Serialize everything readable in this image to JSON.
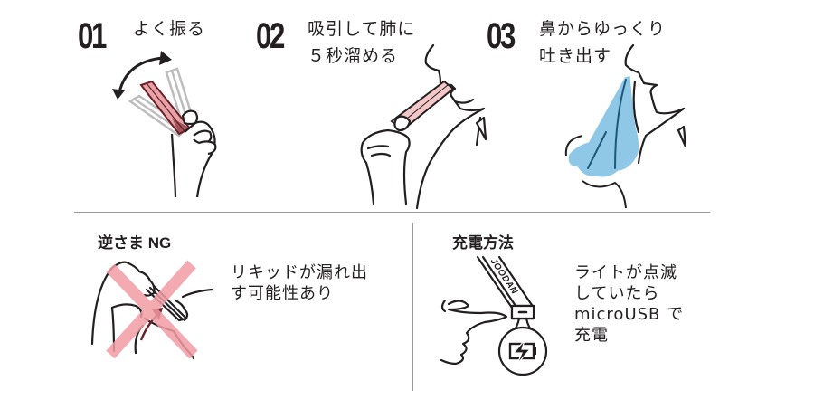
{
  "steps": [
    {
      "number": "01",
      "lines": [
        "よく振る"
      ],
      "illustration": "shake-device"
    },
    {
      "number": "02",
      "lines": [
        "吸引して肺に",
        "５秒溜める"
      ],
      "illustration": "inhale-device"
    },
    {
      "number": "03",
      "lines": [
        "鼻からゆっくり",
        "吐き出す"
      ],
      "illustration": "exhale-vapor"
    }
  ],
  "warning": {
    "title": "逆さま NG",
    "lines": [
      "リキッドが漏れ出",
      "す可能性あり"
    ],
    "illustration": "upside-down-prohibited"
  },
  "charging": {
    "title": "充電方法",
    "lines": [
      "ライトが点滅",
      "していたら",
      "microUSB で",
      "充電"
    ],
    "device_label": "JOODAN",
    "illustration": "charging-port"
  },
  "colors": {
    "text": "#231f20",
    "device_pink": "#e8a3a8",
    "device_pink_light": "#f4c7c9",
    "device_dark": "#6b1f27",
    "vapor_blue": "#8fc8e6",
    "vapor_line": "#1d5a78",
    "prohibit_x": "#f29ca4",
    "ghost_gray": "#bdbdbd",
    "divider": "#9a9a9a"
  }
}
